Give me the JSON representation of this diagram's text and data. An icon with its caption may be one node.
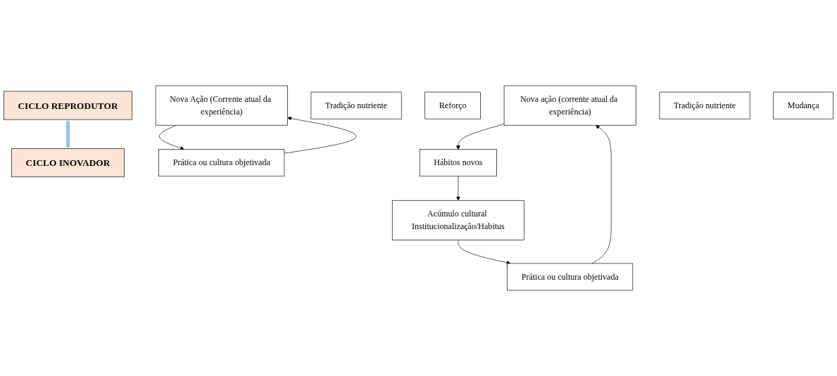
{
  "diagram": {
    "nodes": [
      {
        "text": [
          "CICLO REPRODUTOR"
        ]
      },
      {
        "text": [
          "CICLO INOVADOR"
        ]
      },
      {
        "text": [
          "Nova Ação (Corrente atual da experiência)"
        ]
      },
      {
        "text": [
          "Tradição nutriente"
        ]
      },
      {
        "text": [
          "Reforço"
        ]
      },
      {
        "text": [
          "Prática ou cultura objetivada"
        ]
      },
      {
        "text": [
          "Nova ação (corrente atual da experiência)"
        ]
      },
      {
        "text": [
          "Hábitos novos"
        ]
      },
      {
        "text": [
          "Tradição nutriente"
        ]
      },
      {
        "text": [
          "Mudança"
        ]
      },
      {
        "text": [
          "Prática ou cultura objetivada"
        ]
      },
      {
        "text": [
          "Acúmulo cultural Institucionalização/Habitus"
        ]
      }
    ],
    "edges": [
      {
        "from": 0,
        "to": 1,
        "arrow": "both",
        "style": "thick",
        "color": "#9dc3e6"
      },
      {
        "from": 5,
        "to": 2,
        "arrow": "to"
      },
      {
        "from": 2,
        "to": 5,
        "arrow": "to"
      },
      {
        "from": 6,
        "to": 7,
        "arrow": "to"
      },
      {
        "from": 7,
        "to": 11,
        "arrow": "to"
      },
      {
        "from": 11,
        "to": 10,
        "arrow": "to"
      },
      {
        "from": 10,
        "to": 6,
        "arrow": "to"
      }
    ]
  }
}
